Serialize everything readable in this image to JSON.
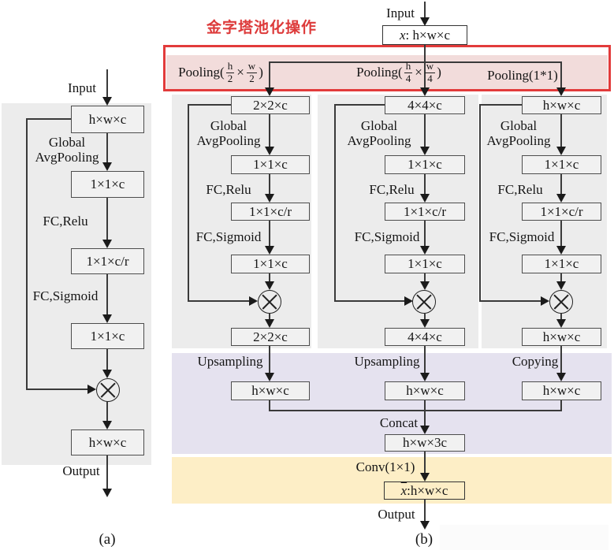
{
  "colors": {
    "red_border": "#e23b3b",
    "red_text": "#dd3a3a",
    "pink_fill": "#f2dcdb",
    "gray_panel": "#ececec",
    "lavender_panel": "#e5e2ef",
    "yellow_panel": "#fdeec6",
    "box_fill": "#f1f1f1"
  },
  "pyramid_title": "金字塔池化操作",
  "diagram_a": {
    "caption": "(a)",
    "input_label": "Input",
    "output_label": "Output",
    "top_box": "h×w×c",
    "gap1": "Global",
    "gap2": "AvgPooling",
    "squeeze_box": "1×1×c",
    "fc_relu": "FC,Relu",
    "reduce_box": "1×1×c/r",
    "fc_sigmoid": "FC,Sigmoid",
    "excite_box": "1×1×c",
    "out_box": "h×w×c"
  },
  "diagram_b": {
    "caption": "(b)",
    "input_label": "Input",
    "input_box": {
      "var": "x",
      "rest": ": h×w×c"
    },
    "pooling": {
      "col1": {
        "prefix": "Pooling(",
        "f1num": "h",
        "f1den": "2",
        "times": "×",
        "f2num": "w",
        "f2den": "2",
        "suffix": ")"
      },
      "col2": {
        "prefix": "Pooling(",
        "f1num": "h",
        "f1den": "4",
        "times": "×",
        "f2num": "w",
        "f2den": "4",
        "suffix": ")"
      },
      "col3": "Pooling(1*1)"
    },
    "columns": [
      {
        "pool_box": "2×2×c",
        "gap1": "Global",
        "gap2": "AvgPooling",
        "squeeze_box": "1×1×c",
        "fc_relu": "FC,Relu",
        "reduce_box": "1×1×c/r",
        "fc_sigmoid": "FC,Sigmoid",
        "excite_box": "1×1×c",
        "scaled_box": "2×2×c",
        "resize_label": "Upsampling",
        "restored_box": "h×w×c"
      },
      {
        "pool_box": "4×4×c",
        "gap1": "Global",
        "gap2": "AvgPooling",
        "squeeze_box": "1×1×c",
        "fc_relu": "FC,Relu",
        "reduce_box": "1×1×c/r",
        "fc_sigmoid": "FC,Sigmoid",
        "excite_box": "1×1×c",
        "scaled_box": "4×4×c",
        "resize_label": "Upsampling",
        "restored_box": "h×w×c"
      },
      {
        "pool_box": "h×w×c",
        "gap1": "Global",
        "gap2": "AvgPooling",
        "squeeze_box": "1×1×c",
        "fc_relu": "FC,Relu",
        "reduce_box": "1×1×c/r",
        "fc_sigmoid": "FC,Sigmoid",
        "excite_box": "1×1×c",
        "scaled_box": "h×w×c",
        "resize_label": "Copying",
        "restored_box": "h×w×c"
      }
    ],
    "concat_label": "Concat",
    "concat_box": "h×w×3c",
    "conv_label": "Conv(1×1)",
    "result_box": {
      "var": "x",
      "rest": " :h×w×c"
    },
    "output_label": "Output"
  }
}
